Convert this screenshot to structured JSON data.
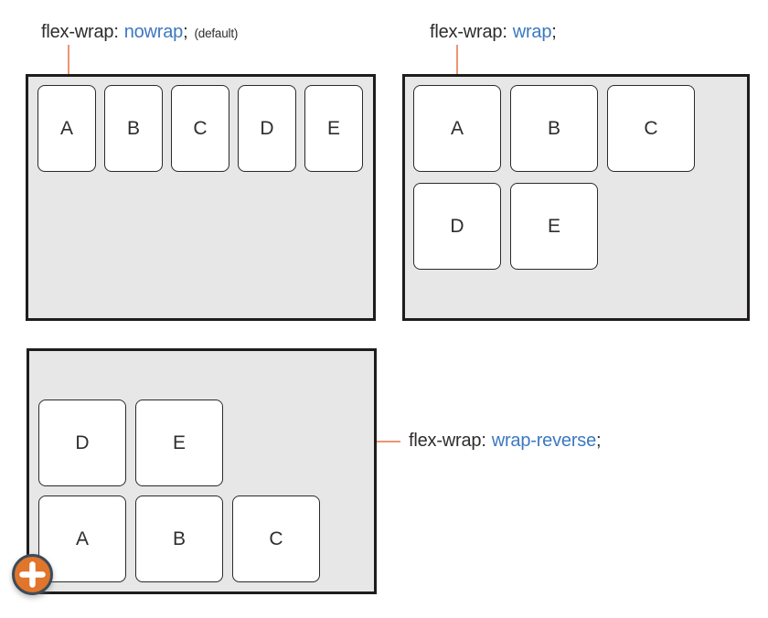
{
  "figures": [
    {
      "name": "nowrap",
      "label": {
        "property": "flex-wrap:",
        "value": "nowrap",
        "terminator": ";",
        "note": "(default)"
      },
      "items": [
        "A",
        "B",
        "C",
        "D",
        "E"
      ]
    },
    {
      "name": "wrap",
      "label": {
        "property": "flex-wrap:",
        "value": "wrap",
        "terminator": ";"
      },
      "items": [
        "A",
        "B",
        "C",
        "D",
        "E"
      ]
    },
    {
      "name": "wrap-reverse",
      "label": {
        "property": "flex-wrap:",
        "value": "wrap-reverse",
        "terminator": ";"
      },
      "items": [
        "A",
        "B",
        "C",
        "D",
        "E"
      ]
    }
  ],
  "plus_button": {
    "icon": "plus-icon"
  },
  "colors": {
    "container_bg": "#e7e7e8",
    "container_border": "#1e1c1d",
    "item_bg": "#ffffff",
    "item_border": "#2b2929",
    "label_text": "#2e2d2c",
    "keyword_blue": "#3d78c0",
    "connector": "#ee9472",
    "plus_fill": "#e0752b",
    "plus_border": "#3d4b58",
    "plus_glyph": "#ffffff"
  }
}
